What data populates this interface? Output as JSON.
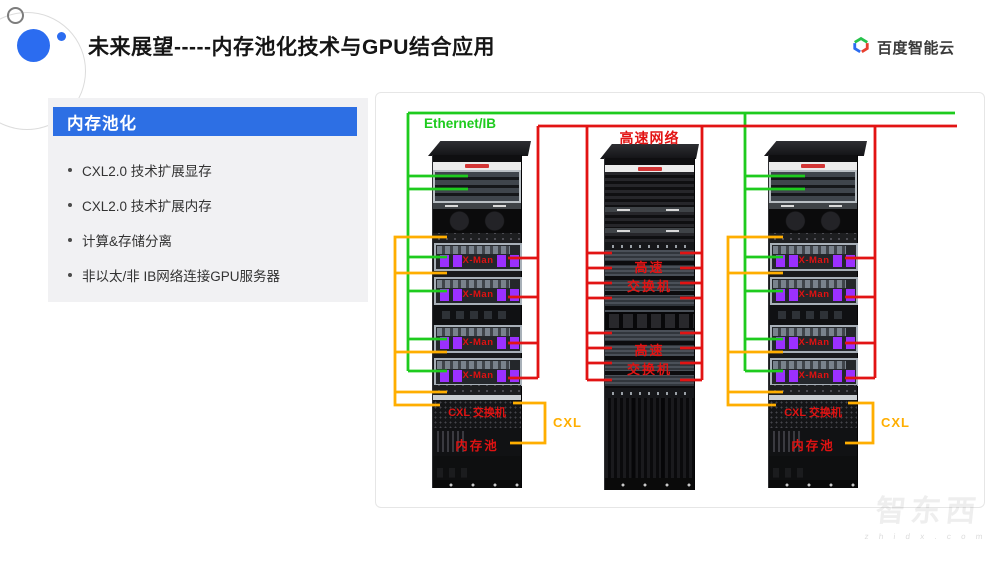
{
  "slide": {
    "title": "未来展望-----内存池化技术与GPU结合应用"
  },
  "brand": {
    "name": "百度智能云"
  },
  "panel": {
    "header": "内存池化",
    "bullets": [
      "CXL2.0 技术扩展显存",
      "CXL2.0 技术扩展内存",
      "计算&存储分离",
      "非以太/非 IB网络连接GPU服务器"
    ]
  },
  "diagram": {
    "ethernet_label": "Ethernet/IB",
    "highspeed_network_label": "高速网络",
    "switch_line1": "高速",
    "switch_line2": "交换机",
    "cxl_switch_label": "CXL 交换机",
    "memory_pool_label": "内存池",
    "gpu_server_label": "X-Man",
    "cxl_link_label": "CXL",
    "colors": {
      "ethernet_green": "#1ecb1e",
      "network_red": "#e21313",
      "cxl_orange": "#ffae00",
      "gpu_purple": "#9b30ff",
      "header_blue": "#2D6FE4"
    }
  },
  "watermark": {
    "text": "智东西",
    "subtext": "z h i d x . c o m"
  }
}
